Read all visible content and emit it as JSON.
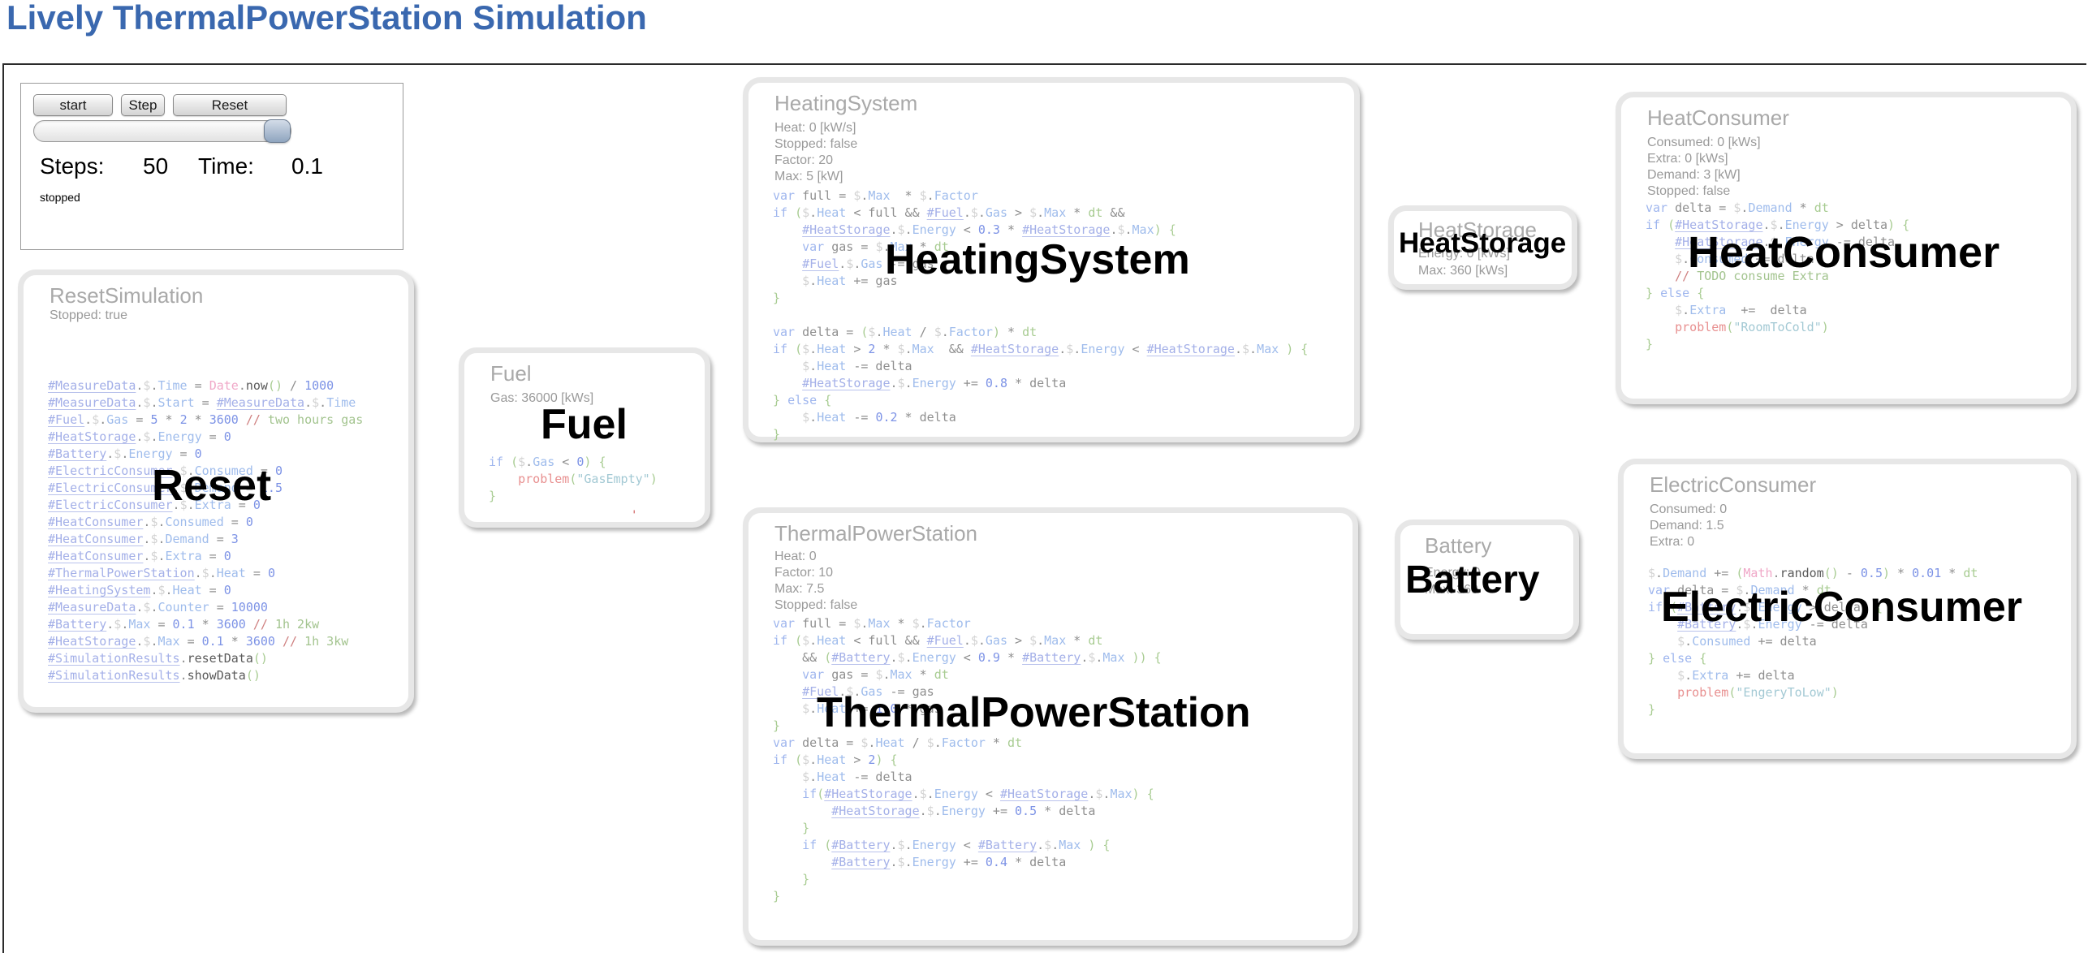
{
  "page": {
    "title": "Lively ThermalPowerStation Simulation"
  },
  "colors": {
    "title_accent": "#3a68af",
    "box_border": "#e7e7e7",
    "heading_text": "#a9a9a9",
    "stats_text": "#9a9a9a",
    "overlay_label": "#000000",
    "syntax": {
      "keyword": "#9fb6ee",
      "reference": "#a4b0e8",
      "property": "#9fbcec",
      "number": "#7d93e6",
      "comment": "#a3c48f",
      "comment_slashes": "#cf8080",
      "global_class": "#f0a8c8",
      "problem_call": "#e89090",
      "string": "#a3c9d4",
      "plain": "#8f8f8f",
      "bracket": "#a8cc92"
    }
  },
  "controls": {
    "start_label": "start",
    "step_label": "Step",
    "reset_label": "Reset",
    "slider_handle_position": 0.92,
    "steps_label": "Steps:",
    "steps_value": "50",
    "time_label": "Time:",
    "time_value": "0.1",
    "status": "stopped"
  },
  "boxes": {
    "reset_simulation": {
      "title": "ResetSimulation",
      "stats": [
        "Stopped: true"
      ],
      "overlay_label": "Reset",
      "code": [
        "#MeasureData.$.Time = Date.now() / 1000",
        "#MeasureData.$.Start = #MeasureData.$.Time",
        "#Fuel.$.Gas = 5 * 2 * 3600 // two hours gas",
        "#HeatStorage.$.Energy = 0",
        "#Battery.$.Energy = 0",
        "#ElectricConsumer.$.Consumed = 0",
        "#ElectricConsumer.$.Demand = 1.5",
        "#ElectricConsumer.$.Extra = 0",
        "#HeatConsumer.$.Consumed = 0",
        "#HeatConsumer.$.Demand = 3",
        "#HeatConsumer.$.Extra = 0",
        "#ThermalPowerStation.$.Heat = 0",
        "#HeatingSystem.$.Heat = 0",
        "#MeasureData.$.Counter = 10000",
        "#Battery.$.Max = 0.1 * 3600 // 1h 2kw",
        "#HeatStorage.$.Max = 0.1 * 3600 // 1h 3kw",
        "#SimulationResults.resetData()",
        "#SimulationResults.showData()"
      ]
    },
    "fuel": {
      "title": "Fuel",
      "stats": [
        "Gas: 36000 [kWs]"
      ],
      "overlay_label": "Fuel",
      "stray_mark": "'",
      "code": [
        "if ($.Gas < 0) {",
        "    problem(\"GasEmpty\")",
        "}"
      ]
    },
    "heating_system": {
      "title": "HeatingSystem",
      "stats": [
        "Heat: 0 [kW/s]",
        "Stopped: false",
        "Factor: 20",
        "Max: 5 [kW]"
      ],
      "overlay_label": "HeatingSystem",
      "code": [
        "var full = $.Max  * $.Factor",
        "if ($.Heat < full && #Fuel.$.Gas > $.Max * dt &&",
        "    #HeatStorage.$.Energy < 0.3 * #HeatStorage.$.Max) {",
        "    var gas = $.Max * dt",
        "    #Fuel.$.Gas -= gas",
        "    $.Heat += gas",
        "}",
        "",
        "var delta = ($.Heat / $.Factor) * dt",
        "if ($.Heat > 2 * $.Max  && #HeatStorage.$.Energy < #HeatStorage.$.Max ) {",
        "    $.Heat -= delta",
        "    #HeatStorage.$.Energy += 0.8 * delta",
        "} else {",
        "    $.Heat -= 0.2 * delta",
        "}"
      ]
    },
    "thermal_power_station": {
      "title": "ThermalPowerStation",
      "stats": [
        "Heat: 0",
        "Factor: 10",
        "Max: 7.5",
        "Stopped: false"
      ],
      "overlay_label": "ThermalPowerStation",
      "code": [
        "var full = $.Max * $.Factor",
        "if ($.Heat < full && #Fuel.$.Gas > $.Max * dt",
        "    && (#Battery.$.Energy < 0.9 * #Battery.$.Max )) {",
        "    var gas = $.Max * dt",
        "    #Fuel.$.Gas -= gas",
        "    $.Heat += 1.0 * gas",
        "}",
        "var delta = $.Heat / $.Factor * dt",
        "if ($.Heat > 2) {",
        "    $.Heat -= delta",
        "    if(#HeatStorage.$.Energy < #HeatStorage.$.Max) {",
        "        #HeatStorage.$.Energy += 0.5 * delta",
        "    }",
        "    if (#Battery.$.Energy < #Battery.$.Max ) {",
        "        #Battery.$.Energy += 0.4 * delta",
        "    }",
        "}"
      ]
    },
    "heat_storage": {
      "title": "HeatStorage",
      "stats": [
        "Energy: 0 [kWs]",
        "Max: 360 [kWs]"
      ],
      "overlay_label": "HeatStorage"
    },
    "battery": {
      "title": "Battery",
      "stats": [
        "Energy: 0",
        "Max: 360"
      ],
      "overlay_label": "Battery"
    },
    "heat_consumer": {
      "title": "HeatConsumer",
      "stats": [
        "Consumed: 0 [kWs]",
        "Extra: 0 [kWs]",
        "Demand: 3 [kW]",
        "Stopped: false"
      ],
      "overlay_label": "HeatConsumer",
      "code": [
        "var delta = $.Demand * dt",
        "if (#HeatStorage.$.Energy > delta) {",
        "    #HeatStorage.$.Energy -= delta",
        "    $.Consumed += delta",
        "    // TODO consume Extra",
        "} else {",
        "    $.Extra  +=  delta",
        "    problem(\"RoomToCold\")",
        "}"
      ]
    },
    "electric_consumer": {
      "title": "ElectricConsumer",
      "stats": [
        "Consumed: 0",
        "Demand: 1.5",
        "Extra: 0"
      ],
      "overlay_label": "ElectricConsumer",
      "code": [
        "$.Demand += (Math.random() - 0.5) * 0.01 * dt",
        "var delta = $.Demand * dt",
        "if (#Battery.$.Energy > delta) {",
        "    #Battery.$.Energy -= delta",
        "    $.Consumed += delta",
        "} else {",
        "    $.Extra += delta",
        "    problem(\"EngeryToLow\")",
        "}"
      ]
    }
  }
}
